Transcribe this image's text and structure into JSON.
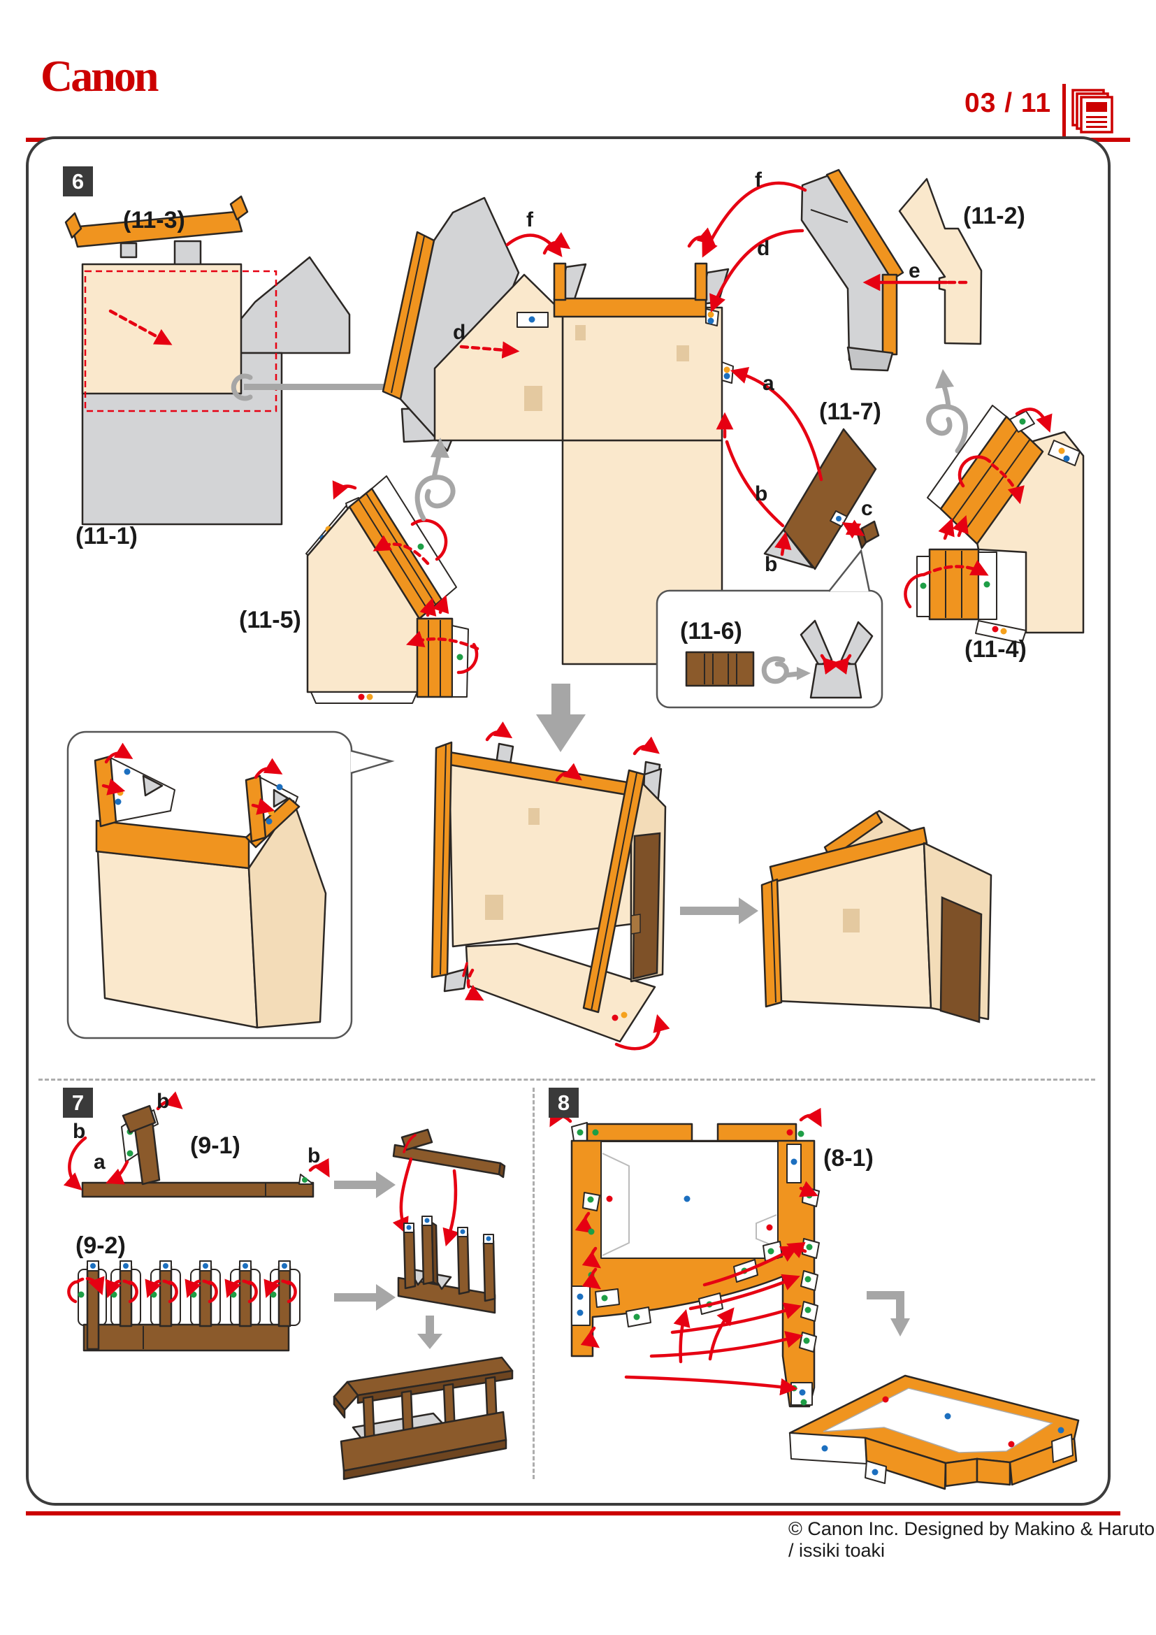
{
  "header": {
    "brand": "Canon",
    "page_number": "03 / 11",
    "pages_icon": "pages-icon"
  },
  "steps": {
    "s6": "6",
    "s7": "7",
    "s8": "8"
  },
  "parts": {
    "p11_1": "(11-1)",
    "p11_2": "(11-2)",
    "p11_3": "(11-3)",
    "p11_4": "(11-4)",
    "p11_5": "(11-5)",
    "p11_6": "(11-6)",
    "p11_7": "(11-7)",
    "p9_1": "(9-1)",
    "p9_2": "(9-2)",
    "p8_1": "(8-1)"
  },
  "glue_letters": {
    "a": "a",
    "b": "b",
    "c": "c",
    "d": "d",
    "e": "e",
    "f": "f"
  },
  "footer": {
    "credit": "© Canon Inc. Designed by Makino & Haruto / issiki toaki"
  },
  "colors": {
    "canon_red": "#CC0000",
    "arrow_red": "#E60012",
    "part_orange": "#F0941F",
    "part_cream": "#FAE8CC",
    "part_brown": "#8B5A2B",
    "part_gray": "#D3D4D6",
    "arrow_gray": "#A6A6A6",
    "badge_gray": "#3A3A3A",
    "dot_blue": "#1C6FBF",
    "dot_green": "#1E9E46",
    "dot_orange": "#F5A11D",
    "dot_red": "#E60012"
  }
}
